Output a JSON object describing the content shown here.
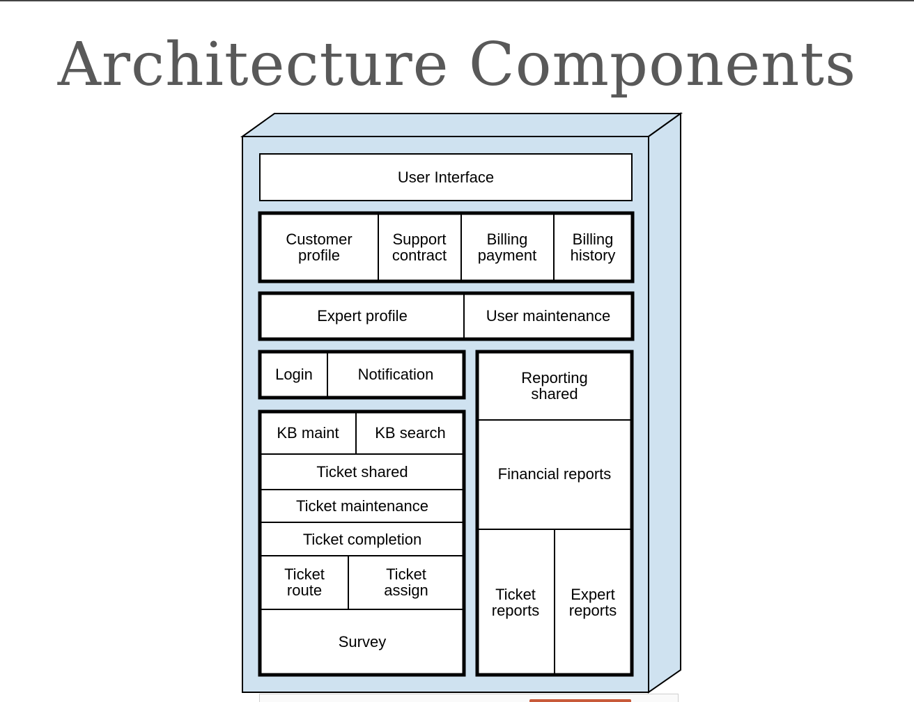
{
  "slide": {
    "title": "Architecture Components"
  },
  "colors": {
    "container_fill": "#cfe2f0",
    "box_fill": "#ffffff",
    "stroke": "#000000",
    "title_color": "#595959"
  },
  "components": {
    "user_interface": "User Interface",
    "customer_profile": [
      "Customer",
      "profile"
    ],
    "support_contract": [
      "Support",
      "contract"
    ],
    "billing_payment": [
      "Billing",
      "payment"
    ],
    "billing_history": [
      "Billing",
      "history"
    ],
    "expert_profile": "Expert profile",
    "user_maintenance": "User maintenance",
    "login": "Login",
    "notification": "Notification",
    "kb_maint": "KB maint",
    "kb_search": "KB search",
    "ticket_shared": "Ticket shared",
    "ticket_maintenance": "Ticket maintenance",
    "ticket_completion": "Ticket completion",
    "ticket_route": [
      "Ticket",
      "route"
    ],
    "ticket_assign": [
      "Ticket",
      "assign"
    ],
    "survey": "Survey",
    "reporting_shared": [
      "Reporting",
      "shared"
    ],
    "financial_reports": "Financial reports",
    "ticket_reports": [
      "Ticket",
      "reports"
    ],
    "expert_reports": [
      "Expert",
      "reports"
    ]
  }
}
